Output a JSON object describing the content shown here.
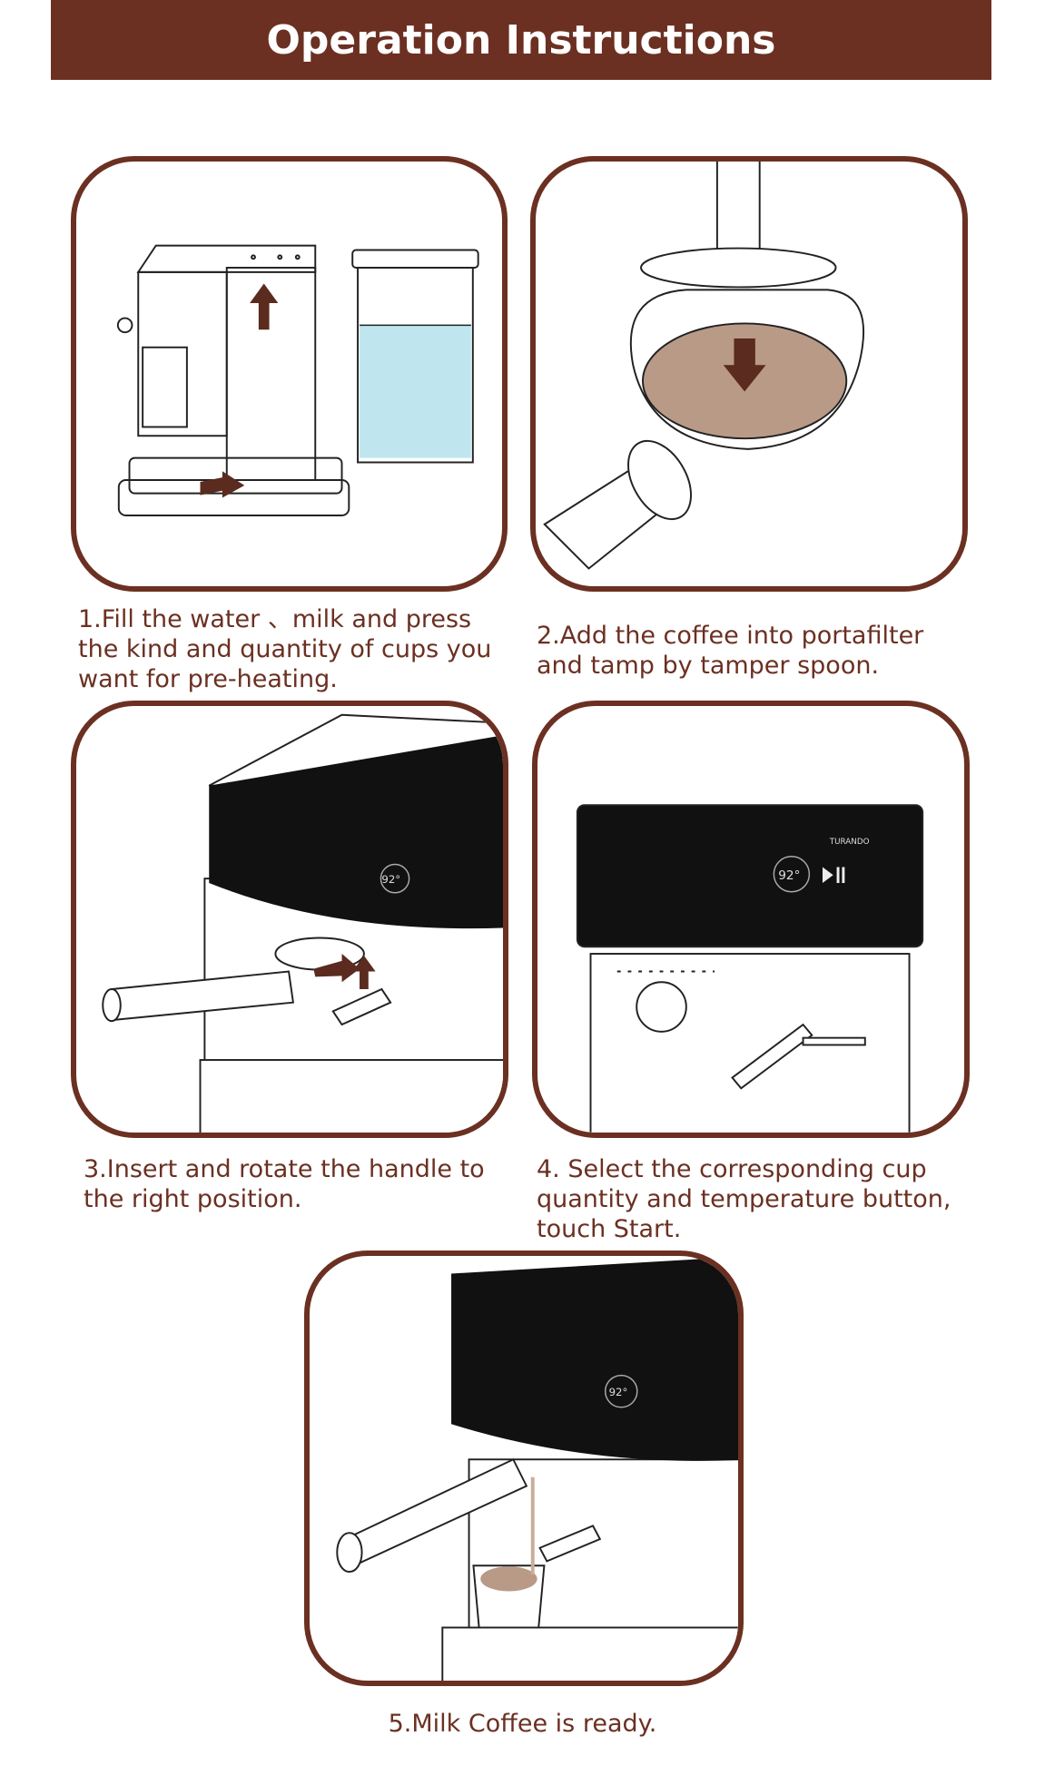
{
  "header": {
    "title": "Operation Instructions"
  },
  "brand": "TURANDO",
  "display_temp": "92°",
  "steps": [
    {
      "caption": "1.Fill the water 、milk and press the kind and quantity of cups you want for pre-heating."
    },
    {
      "caption": "2.Add the coffee into portafilter and tamp by tamper spoon."
    },
    {
      "caption": "3.Insert and rotate the handle to the right position."
    },
    {
      "caption": "4. Select the corresponding cup quantity and temperature button, touch Start."
    },
    {
      "caption": "5.Milk Coffee is ready."
    }
  ],
  "colors": {
    "brown": "#6b3022",
    "water": "#bfe6ef",
    "coffee": "#b89a87",
    "panel_black": "#111111"
  }
}
